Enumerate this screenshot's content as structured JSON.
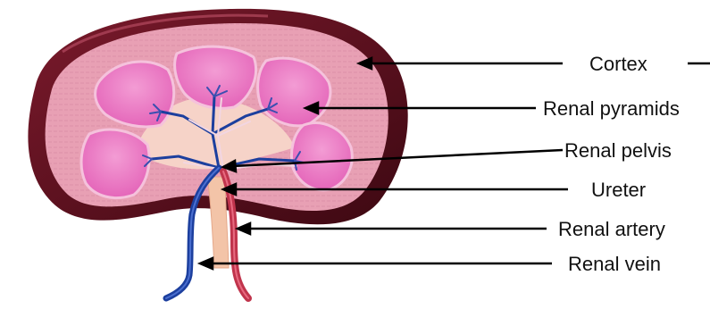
{
  "labels": {
    "cortex": "Cortex",
    "pyramids": "Renal pyramids",
    "pelvis": "Renal pelvis",
    "ureter": "Ureter",
    "artery": "Renal artery",
    "vein": "Renal vein"
  },
  "colors": {
    "capsule": "#5a0f1e",
    "cortex": "#e8a0b4",
    "pyramid": "#e775c0",
    "pelvis": "#f6d3c8",
    "artery": "#c0344c",
    "vein": "#1c3f9e",
    "ureter": "#f3c4a8",
    "pointer": "#000000"
  }
}
